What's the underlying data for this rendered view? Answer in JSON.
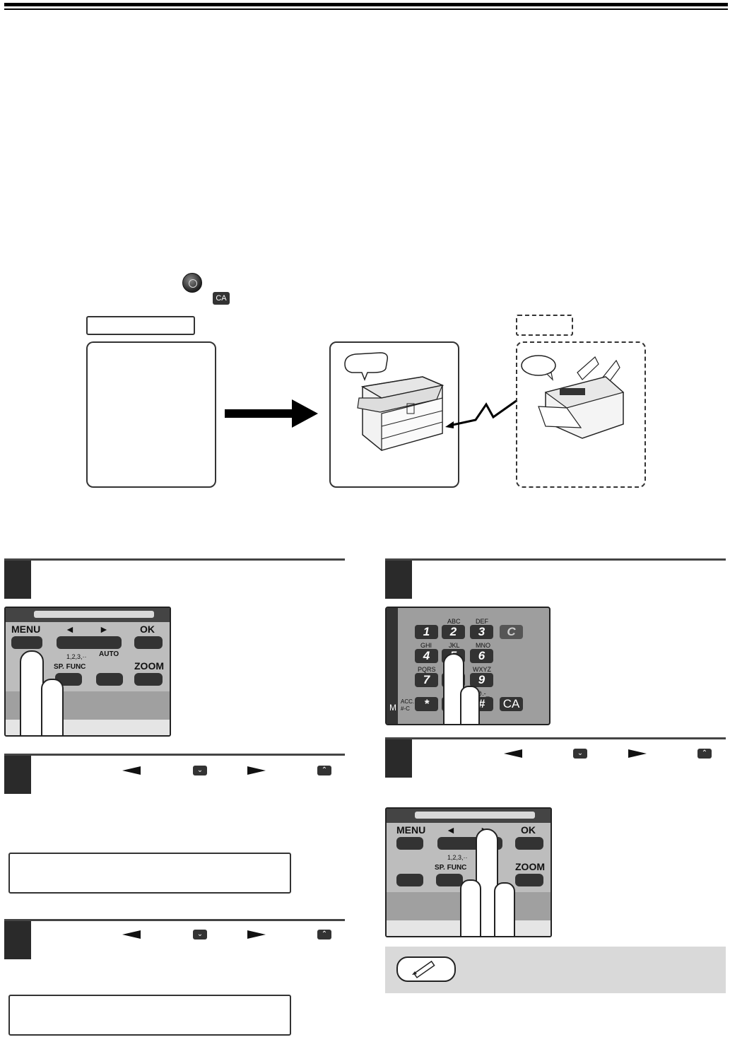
{
  "header": {},
  "inline_keys": {
    "ca_key": "CA"
  },
  "control_panel_a": {
    "menu": "MENU",
    "ok": "OK",
    "sp_func": "SP. FUNC",
    "auto": "AUTO",
    "zoom": "ZOOM",
    "left_arrow": "◄",
    "right_arrow": "►",
    "seq": "1,2,3,··"
  },
  "keypad": {
    "keys": [
      "1",
      "2",
      "3",
      "C",
      "4",
      "5",
      "6",
      "7",
      "8",
      "9",
      "*",
      "0",
      "#",
      "CA"
    ],
    "letters": [
      "ABC",
      "DEF",
      "GHI",
      "JKL",
      "MNO",
      "PQRS",
      "WXYZ",
      "@.-_"
    ],
    "acc": "ACC.",
    "acc_sub": "#-C",
    "m": "M"
  },
  "control_panel_b": {
    "menu": "MENU",
    "ok": "OK",
    "sp_func": "SP. FUNC",
    "zoom": "ZOOM",
    "left_arrow": "◄",
    "right_arrow": "►",
    "seq": "1,2,3,··"
  }
}
